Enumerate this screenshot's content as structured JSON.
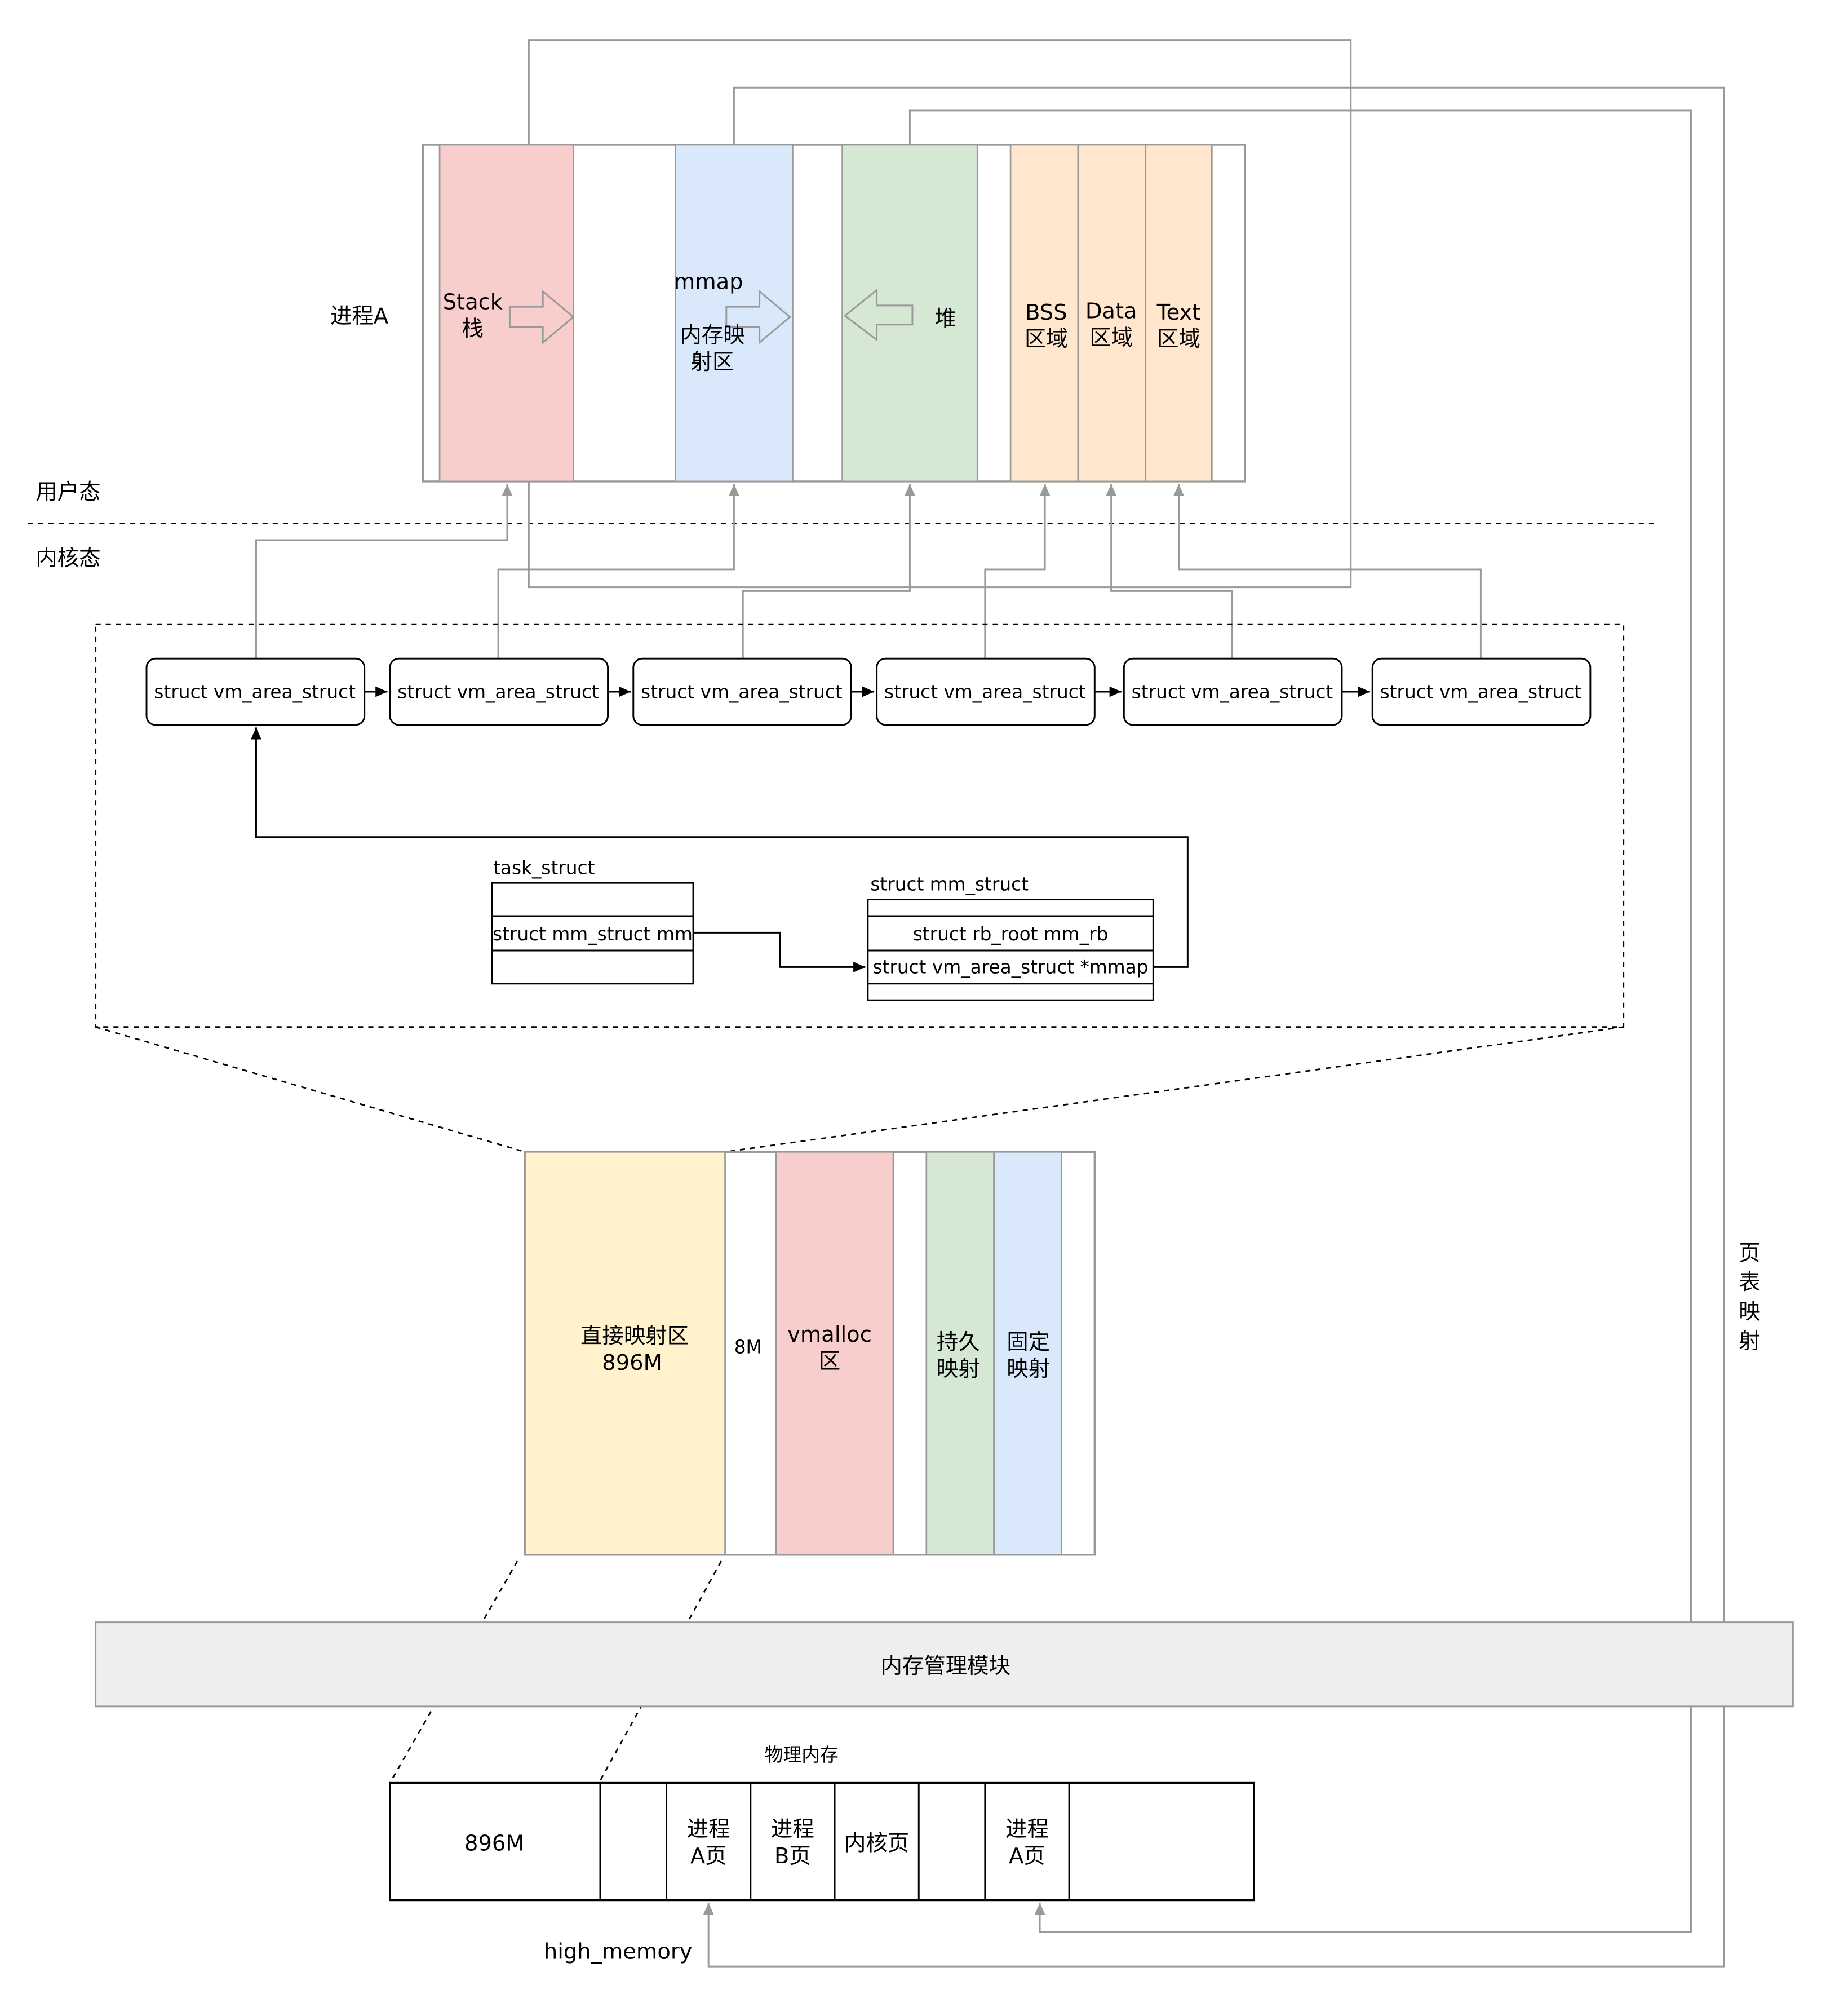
{
  "user_space": {
    "process_label": "进程A",
    "segments": {
      "stack": [
        "Stack",
        "栈"
      ],
      "mmap": [
        "mmap",
        "内存映",
        "射区"
      ],
      "heap": [
        "堆"
      ],
      "bss": [
        "BSS",
        "区域"
      ],
      "data": [
        "Data",
        "区域"
      ],
      "text": [
        "Text",
        "区域"
      ]
    },
    "label": "用户态"
  },
  "kernel_space": {
    "label": "内核态",
    "vma_nodes": [
      "struct vm_area_struct",
      "struct vm_area_struct",
      "struct vm_area_struct",
      "struct vm_area_struct",
      "struct vm_area_struct",
      "struct vm_area_struct"
    ],
    "task_struct": {
      "title": "task_struct",
      "field": "struct mm_struct mm"
    },
    "mm_struct": {
      "title": "struct mm_struct",
      "fields": [
        "struct rb_root mm_rb",
        "struct vm_area_struct *mmap"
      ]
    },
    "kernel_regions": {
      "direct": [
        "直接映射区",
        "896M"
      ],
      "gap": "8M",
      "vmalloc": [
        "vmalloc",
        "区"
      ],
      "persistent": [
        "持久",
        "映射"
      ],
      "fixed": [
        "固定",
        "映射"
      ]
    }
  },
  "memory_module": "内存管理模块",
  "physical": {
    "title": "物理内存",
    "cells": {
      "low": "896M",
      "proc_a1": [
        "进程",
        "A页"
      ],
      "proc_b": [
        "进程",
        "B页"
      ],
      "kernel_page": "内核页",
      "proc_a2": [
        "进程",
        "A页"
      ]
    },
    "high_memory": "high_memory"
  },
  "page_table_label": [
    "页",
    "表",
    "映",
    "射"
  ],
  "colors": {
    "red_fill": "#f8cecc",
    "blue_fill": "#dae8fc",
    "green_fill": "#d5e8d4",
    "orange_fill": "#ffe6cc",
    "yellow_fill": "#fff2cc",
    "gray_fill": "#eeeeee",
    "gray_stroke": "#999999",
    "dark_stroke": "#000000"
  }
}
